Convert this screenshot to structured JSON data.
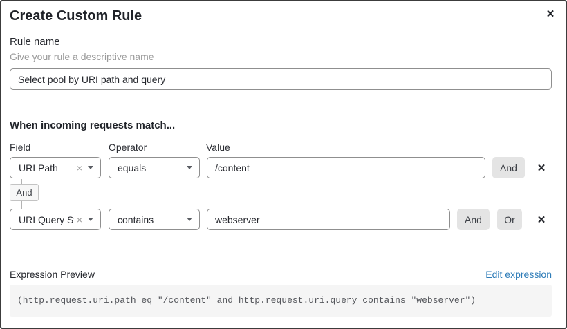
{
  "dialog": {
    "title": "Create Custom Rule"
  },
  "icons": {
    "close": "✕",
    "remove": "✕",
    "clear": "×"
  },
  "rule_name": {
    "label": "Rule name",
    "helper": "Give your rule a descriptive name",
    "value": "Select pool by URI path and query"
  },
  "match_section": {
    "heading": "When incoming requests match...",
    "columns": {
      "field": "Field",
      "operator": "Operator",
      "value": "Value"
    },
    "connector_label": "And",
    "rows": [
      {
        "field_value": "URI Path",
        "operator_value": "equals",
        "value": "/content",
        "and_label": "And"
      },
      {
        "field_value": "URI Query St...",
        "operator_value": "contains",
        "value": "webserver",
        "and_label": "And",
        "or_label": "Or"
      }
    ]
  },
  "expression_preview": {
    "label": "Expression Preview",
    "edit_link": "Edit expression",
    "expression": "(http.request.uri.path eq \"/content\" and http.request.uri.query contains \"webserver\")"
  },
  "colors": {
    "link_blue": "#2e7cb8",
    "input_border": "#8f8f8f",
    "button_gray": "#e4e4e4",
    "code_background": "#f5f5f5",
    "dialog_border": "#3c3c3c"
  }
}
